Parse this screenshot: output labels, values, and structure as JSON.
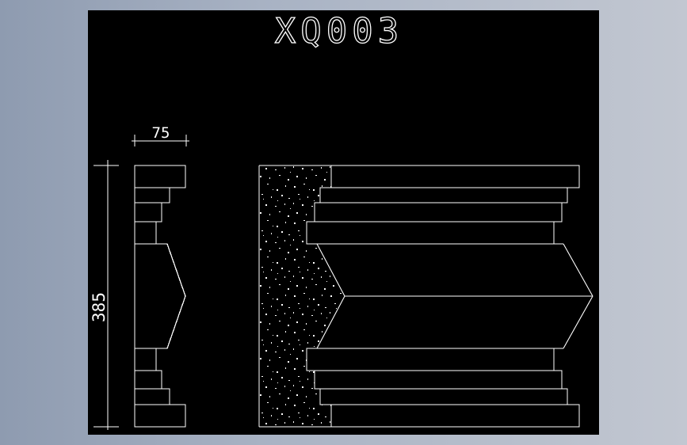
{
  "drawing": {
    "title": "XQ003",
    "background_color": "#000000",
    "line_color": "#ffffff",
    "outer_background": "#a9b3c4"
  },
  "dimensions": {
    "width_label": "75",
    "height_label": "385"
  },
  "views": [
    {
      "name": "side-profile",
      "description": "Stepped cornice profile with pointed chevron center"
    },
    {
      "name": "section-view",
      "description": "Cross-section with speckled hatch fill and stepped bands"
    }
  ]
}
